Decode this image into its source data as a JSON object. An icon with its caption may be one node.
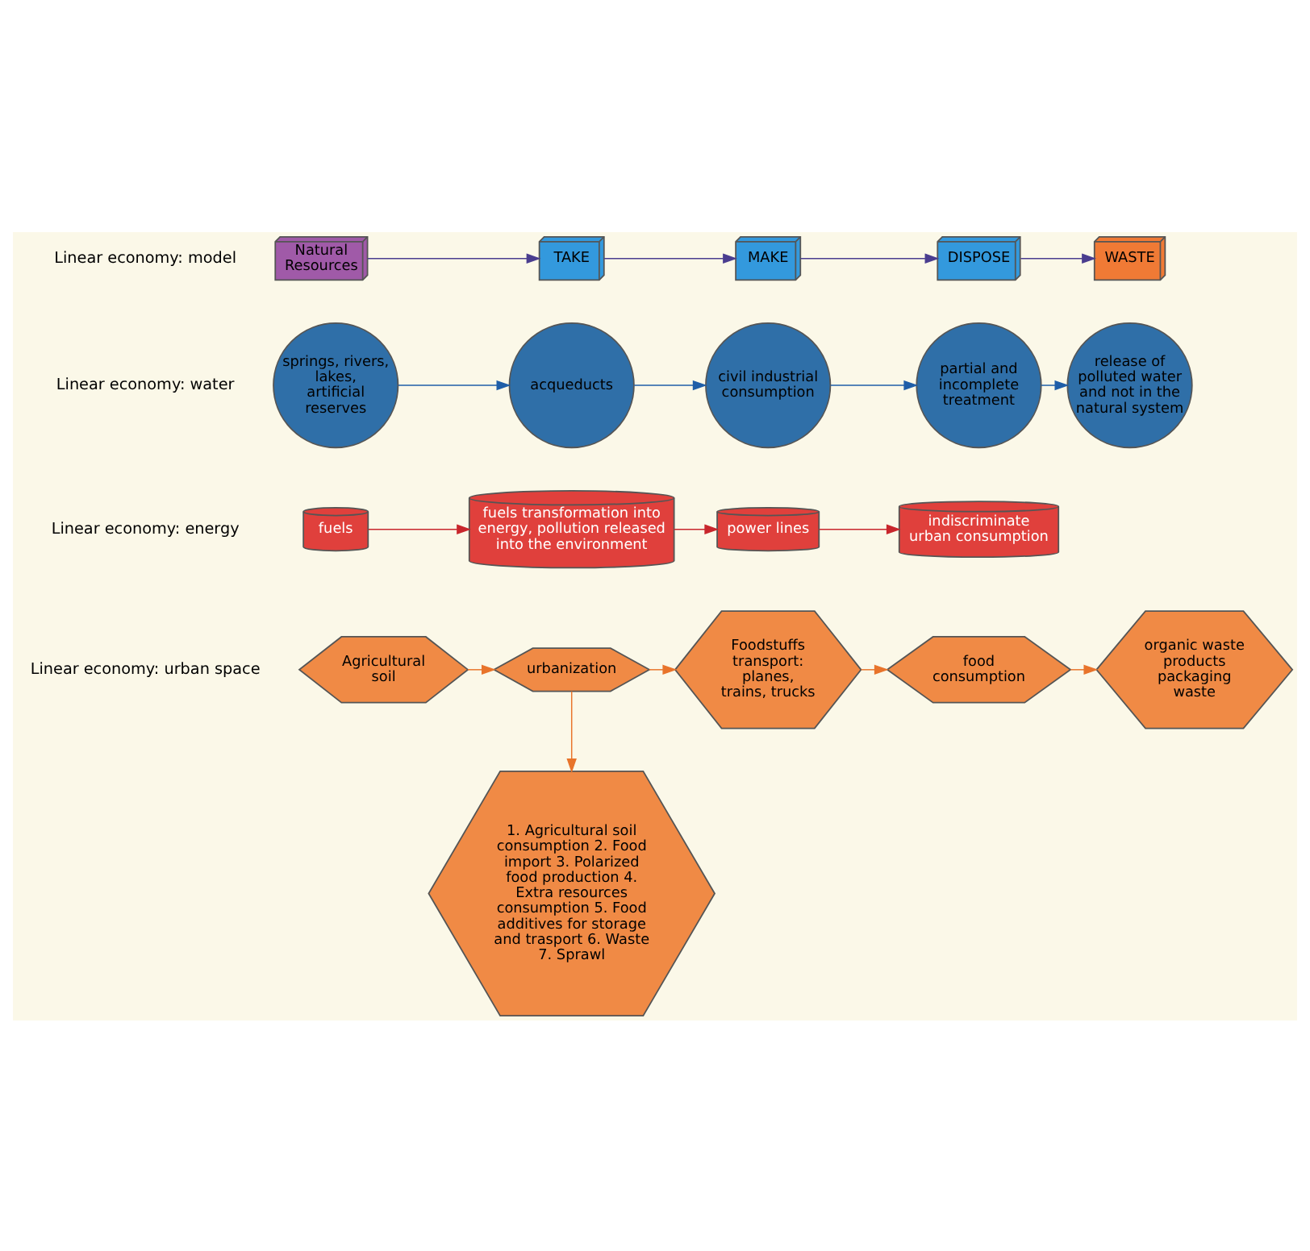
{
  "diagram": {
    "nodes": [
      {
        "text": [
          "Natural Resources"
        ]
      },
      {
        "text": [
          "TAKE"
        ]
      },
      {
        "text": [
          "MAKE"
        ]
      },
      {
        "text": [
          "DISPOSE"
        ]
      },
      {
        "text": [
          "WASTE"
        ]
      },
      {
        "text": [
          "springs, rivers, lakes, artificial reserves"
        ]
      },
      {
        "text": [
          "acqueducts"
        ]
      },
      {
        "text": [
          "civil industrial consumption"
        ]
      },
      {
        "text": [
          "partial and incomplete treatment"
        ]
      },
      {
        "text": [
          "release of polluted water and not in the natural system"
        ]
      },
      {
        "text": [
          "fuels"
        ]
      },
      {
        "text": [
          "fuels transformation into energy, pollution released into the environment"
        ]
      },
      {
        "text": [
          "power lines"
        ]
      },
      {
        "text": [
          "indiscriminate urban consumption"
        ]
      },
      {
        "text": [
          "Agricultural soil"
        ]
      },
      {
        "text": [
          "urbanization"
        ]
      },
      {
        "text": [
          "Foodstuffs transport: planes, trains, trucks"
        ]
      },
      {
        "text": [
          "food consumption"
        ]
      },
      {
        "text": [
          "organic waste products packaging waste"
        ]
      },
      {
        "text": [
          "1. Agricultural soil consumption 2. Food import 3. Polarized food production 4. Extra resources consumption 5. Food additives for storage and trasport 6. Waste 7. Sprawl"
        ]
      }
    ],
    "edges": [
      {
        "from": 0,
        "to": 1,
        "arrow": "to",
        "color": "#4a3d8f"
      },
      {
        "from": 1,
        "to": 2,
        "arrow": "to",
        "color": "#4a3d8f"
      },
      {
        "from": 2,
        "to": 3,
        "arrow": "to",
        "color": "#4a3d8f"
      },
      {
        "from": 3,
        "to": 4,
        "arrow": "to",
        "color": "#4a3d8f"
      },
      {
        "from": 5,
        "to": 6,
        "arrow": "to",
        "color": "#1f5ea8"
      },
      {
        "from": 6,
        "to": 7,
        "arrow": "to",
        "color": "#1f5ea8"
      },
      {
        "from": 7,
        "to": 8,
        "arrow": "to",
        "color": "#1f5ea8"
      },
      {
        "from": 8,
        "to": 9,
        "arrow": "to",
        "color": "#1f5ea8"
      },
      {
        "from": 10,
        "to": 11,
        "arrow": "to",
        "color": "#c8262c"
      },
      {
        "from": 11,
        "to": 12,
        "arrow": "to",
        "color": "#c8262c"
      },
      {
        "from": 12,
        "to": 13,
        "arrow": "to",
        "color": "#c8262c"
      },
      {
        "from": 14,
        "to": 15,
        "arrow": "to",
        "color": "#e8742b"
      },
      {
        "from": 15,
        "to": 16,
        "arrow": "to",
        "color": "#e8742b"
      },
      {
        "from": 16,
        "to": 17,
        "arrow": "to",
        "color": "#e8742b"
      },
      {
        "from": 17,
        "to": 18,
        "arrow": "to",
        "color": "#e8742b"
      },
      {
        "from": 15,
        "to": 19,
        "arrow": "to",
        "color": "#e8742b"
      }
    ],
    "labels": [
      "Linear economy: model",
      "Linear economy: water",
      "Linear economy: energy",
      "Linear economy: urban space"
    ]
  }
}
